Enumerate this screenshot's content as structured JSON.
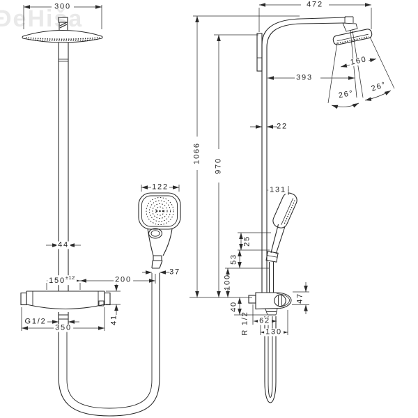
{
  "watermark": "ĐeHiša",
  "front_view": {
    "head_width": "300",
    "pipe_width": "44",
    "handshower_width": "122",
    "hose_diameter": "37",
    "supply_spacing": "150",
    "supply_tolerance": "±12",
    "hose_offset": "200",
    "supply_thread": "G1/2",
    "valve_width": "350",
    "valve_height": "41"
  },
  "side_view": {
    "arm_projection": "472",
    "spray_width": "160",
    "spray_offset": "393",
    "spray_angle_left": "26°",
    "spray_angle_right": "26°",
    "pipe_diameter": "22",
    "total_height": "1066",
    "pipe_length": "970",
    "handshower_projection": "131",
    "holder_offset_a": "25",
    "holder_offset_b": "53",
    "holder_offset_c": "100",
    "outlet_drop": "40",
    "valve_height": "47",
    "outlet_thread": "R 1/2",
    "outlet_offset": "62",
    "valve_depth": "130"
  }
}
